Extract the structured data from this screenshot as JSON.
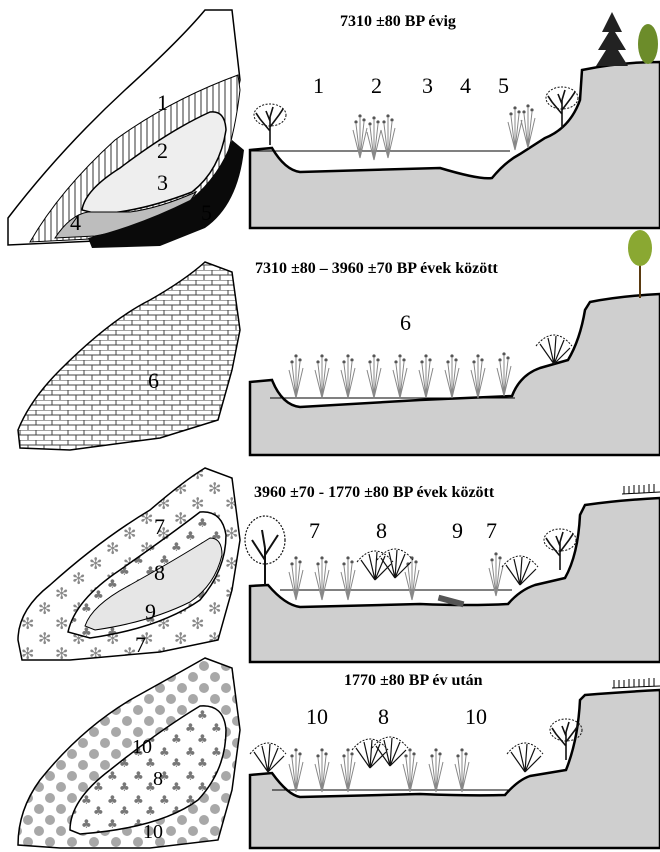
{
  "panels": [
    {
      "title": "7310 ±80 BP évig",
      "profile_labels": [
        "1",
        "2",
        "3",
        "4",
        "5"
      ],
      "map_labels": [
        "1",
        "2",
        "3",
        "4",
        "5"
      ]
    },
    {
      "title": "7310 ±80  – 3960 ±70 BP évek között",
      "profile_labels": [
        "6"
      ],
      "map_labels": [
        "6"
      ]
    },
    {
      "title": "3960 ±70 - 1770 ±80 BP évek között",
      "profile_labels": [
        "7",
        "8",
        "9",
        "7"
      ],
      "map_labels": [
        "7",
        "8",
        "9",
        "7"
      ]
    },
    {
      "title": "1770 ±80  BP év után",
      "profile_labels": [
        "10",
        "8",
        "10"
      ],
      "map_labels": [
        "10",
        "8",
        "10"
      ]
    }
  ],
  "colors": {
    "ground": "#cfcfcf",
    "lake_light": "#ededed",
    "lake_mid": "#bdbdbd",
    "dark_layer": "#0a0a0a",
    "dots": "#a8a8a8",
    "pine_green": "#6c8c2a",
    "tree_dark": "#222222"
  }
}
